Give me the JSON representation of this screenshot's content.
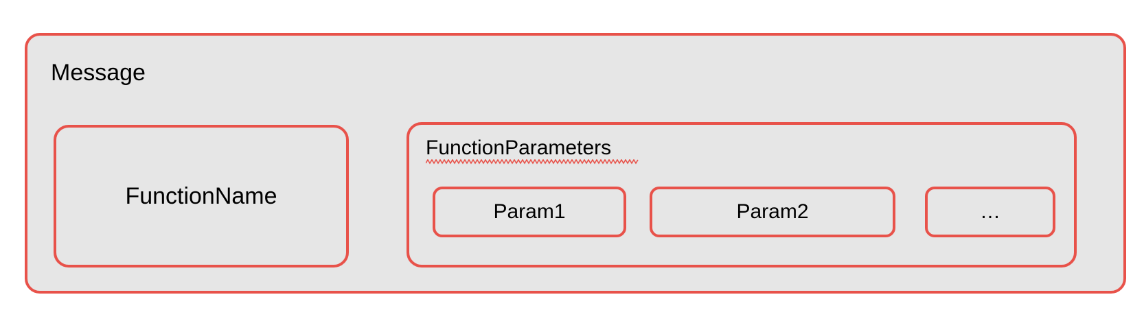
{
  "diagram": {
    "title": "Message",
    "kind": "nested-block-diagram",
    "colors": {
      "accent_border": "#e8524a",
      "block_fill": "#e6e6e6",
      "page_background": "#ffffff",
      "text": "#000000",
      "spellcheck_squiggle": "#e8524a"
    },
    "message_block": {
      "label": "Message",
      "children": {
        "function_name": {
          "label": "FunctionName"
        },
        "function_parameters": {
          "label": "FunctionParameters",
          "has_spellcheck_underline": true,
          "params": [
            {
              "label": "Param1"
            },
            {
              "label": "Param2"
            },
            {
              "label": "…"
            }
          ]
        }
      }
    }
  }
}
